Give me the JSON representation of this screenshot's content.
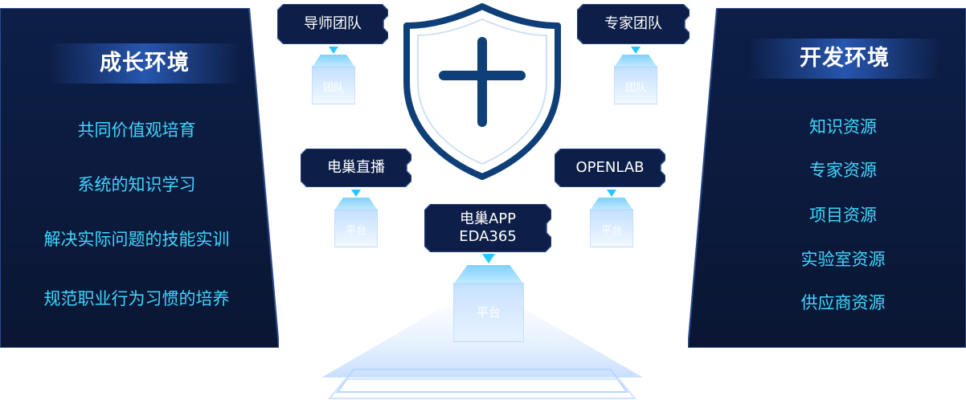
{
  "left_panel": {
    "title": "成长环境",
    "items": [
      "共同价值观培育",
      "系统的知识学习",
      "解决实际问题的技能实训",
      "规范职业行为习惯的培养"
    ]
  },
  "right_panel": {
    "title": "开发环境",
    "items": [
      "知识资源",
      "专家资源",
      "项目资源",
      "实验室资源",
      "供应商资源"
    ]
  },
  "tags": {
    "mentor": "导师团队",
    "expert": "专家团队",
    "live": "电巢直播",
    "openlab": "OPENLAB",
    "app": "电巢APP\nEDA365"
  },
  "cubes": {
    "mentor": "团队",
    "expert": "团队",
    "live": "平台",
    "openlab": "平台",
    "center": "平台"
  },
  "colors": {
    "panel_dark": "#0b1a3c",
    "panel_border": "#2b4a8a",
    "item_text": "#3fd6ff",
    "shield_stroke": "#0f3f78"
  }
}
